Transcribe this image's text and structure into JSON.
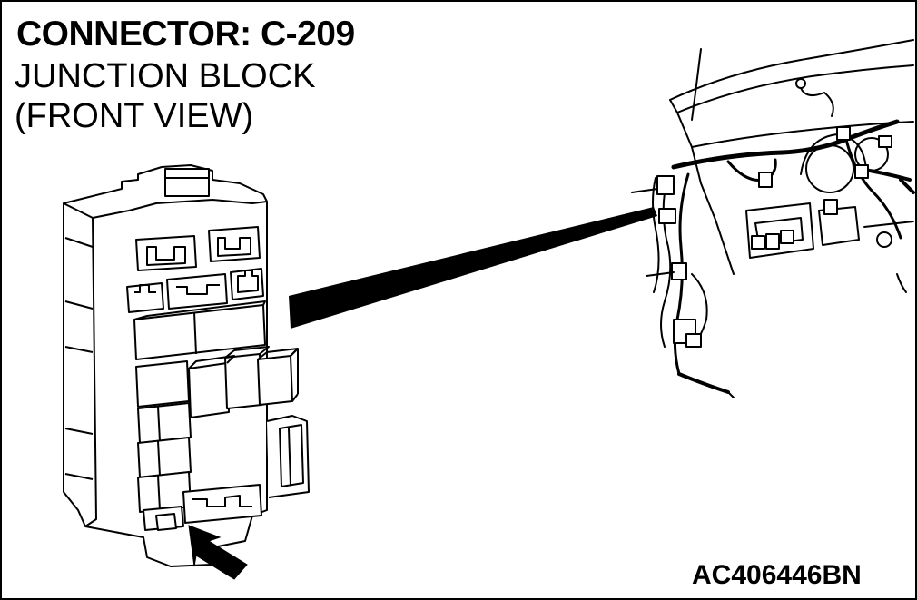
{
  "header": {
    "connector_title": "CONNECTOR: C-209",
    "part_name": "JUNCTION BLOCK",
    "view": "(FRONT VIEW)"
  },
  "figure_code": "AC406446BN",
  "icons": {
    "junction_block": "junction-block-icon",
    "connector_arrow": "arrow-icon",
    "leader_wedge": "leader-wedge-icon",
    "dashboard_harness": "dashboard-harness-icon"
  },
  "colors": {
    "line": "#000000",
    "background": "#ffffff"
  }
}
